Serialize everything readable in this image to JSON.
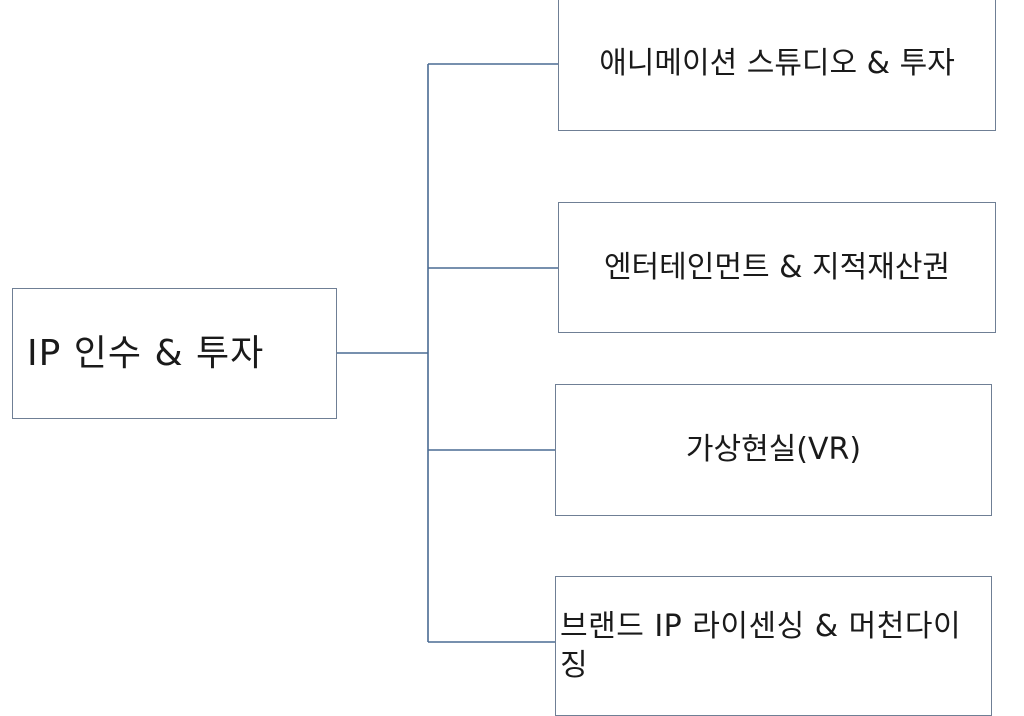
{
  "root": {
    "label": "IP 인수 & 투자"
  },
  "children": [
    {
      "label": "애니메이션 스튜디오 & 투자"
    },
    {
      "label": "엔터테인먼트 & 지적재산권"
    },
    {
      "label": "가상현실(VR)"
    },
    {
      "label": "브랜드 IP 라이센싱 & 머천다이징"
    }
  ],
  "colors": {
    "connector": "#4a6b93",
    "box_border": "#6f7f95",
    "text": "#1a1a1a",
    "background": "#ffffff"
  }
}
